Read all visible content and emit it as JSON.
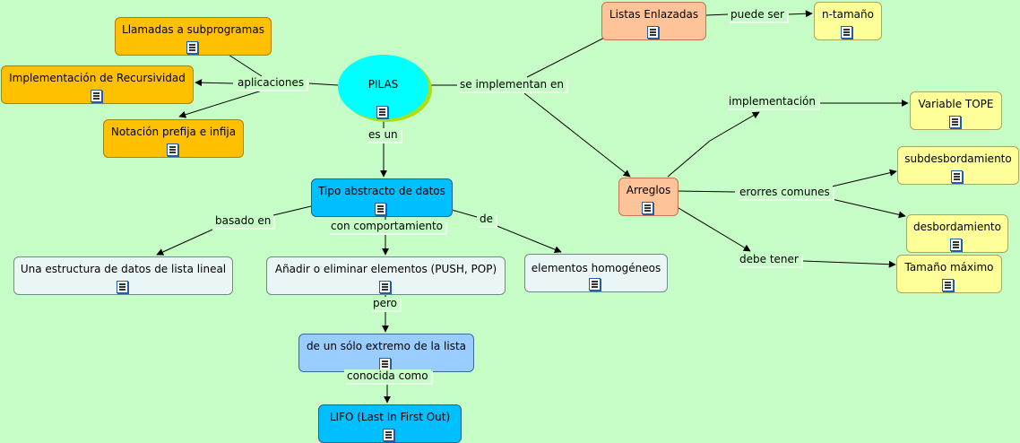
{
  "nodes": {
    "pilas": "PILAS",
    "llamadas": "Llamadas a subprogramas",
    "recursividad": "Implementación de Recursividad",
    "notacion": "Notación prefija e infija",
    "listas": "Listas Enlazadas",
    "ntamano": "n-tamaño",
    "arreglos": "Arreglos",
    "variable_tope": "Variable TOPE",
    "subdesbordamiento": "subdesbordamiento",
    "desbordamiento": "desbordamiento",
    "tamano_maximo": "Tamaño máximo",
    "tad": "Tipo abstracto de datos",
    "estructura": "Una estructura de datos de lista lineal",
    "anadir": "Añadir o eliminar elementos (PUSH, POP)",
    "homogeneos": "elementos homogéneos",
    "extremo": "de un sólo extremo de la lista",
    "lifo": "LIFO (Last In First Out)"
  },
  "links": {
    "aplicaciones": "aplicaciones",
    "se_implementan_en": "se implementan en",
    "puede_ser": "puede ser",
    "implementacion": "implementación",
    "errores": "erorres comunes",
    "debe_tener": "debe tener",
    "es_un": "es un",
    "basado_en": "basado en",
    "con_comportamiento": "con comportamiento",
    "de": "de",
    "pero": "pero",
    "conocida_como": "conocida como"
  },
  "colors": {
    "background": "#c6fdc6",
    "root": "#00ffff",
    "applications": "#ffc000",
    "implementations": "#ffc399",
    "attributes": "#ffff99",
    "definition": "#00bfff",
    "detail": "#99ccff",
    "plain": "#eaf6f6"
  },
  "icons": {
    "node_resource": "document-icon"
  }
}
